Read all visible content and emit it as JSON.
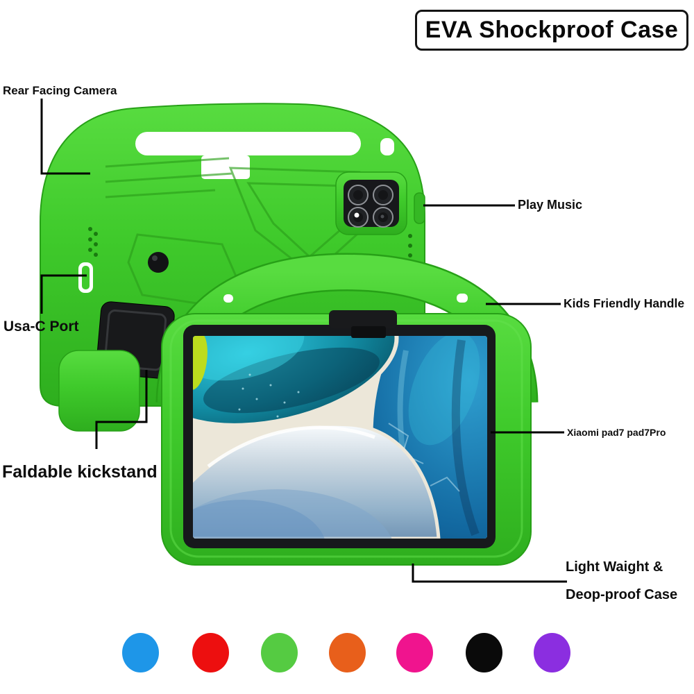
{
  "title": "EVA Shockproof Case",
  "annotations": {
    "rear_camera": "Rear Facing Camera",
    "play_music": "Play Music",
    "usb_port": "Usa-C Port",
    "handle": "Kids Friendly Handle",
    "model": "Xiaomi pad7 pad7Pro",
    "kickstand": "Faldable kickstand",
    "light_line1": "Light Waight &",
    "light_line2": "Deop-proof Case"
  },
  "product": {
    "case_color": "#3fca2b",
    "kickstand_color": "#18191b",
    "camera_module_color": "#17181b"
  },
  "color_options": [
    {
      "name": "blue",
      "hex": "#1e96e8"
    },
    {
      "name": "red",
      "hex": "#ed0f0f"
    },
    {
      "name": "green",
      "hex": "#55cb42"
    },
    {
      "name": "orange",
      "hex": "#e85f1b"
    },
    {
      "name": "pink",
      "hex": "#f0148e"
    },
    {
      "name": "black",
      "hex": "#0a0a0a"
    },
    {
      "name": "purple",
      "hex": "#8b2ee0"
    }
  ]
}
